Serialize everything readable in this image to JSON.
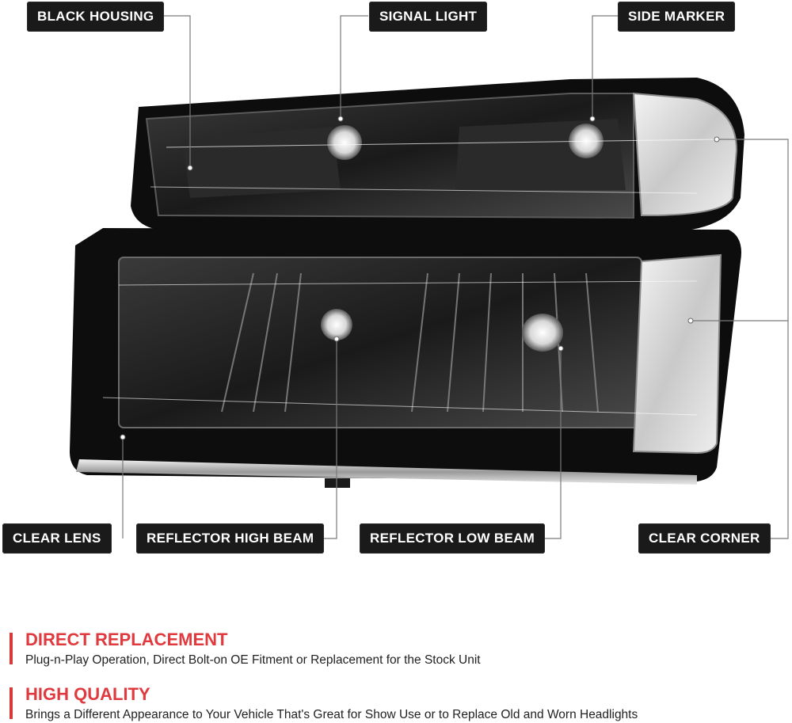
{
  "labels": {
    "black_housing": "BLACK HOUSING",
    "signal_light": "SIGNAL LIGHT",
    "side_marker": "SIDE MARKER",
    "clear_lens": "CLEAR LENS",
    "reflector_high_beam": "REFLECTOR HIGH BEAM",
    "reflector_low_beam": "REFLECTOR LOW BEAM",
    "clear_corner": "CLEAR CORNER"
  },
  "features": [
    {
      "title": "DIRECT REPLACEMENT",
      "text": "Plug-n-Play Operation, Direct Bolt-on OE Fitment or Replacement for the Stock Unit"
    },
    {
      "title": "HIGH QUALITY",
      "text": "Brings a Different Appearance to Your Vehicle That's Great for Show Use or to Replace Old and Worn Headlights"
    }
  ],
  "colors": {
    "accent": "#e0393e",
    "label_bg": "#1a1a1a",
    "housing": "#0d0d0d"
  }
}
